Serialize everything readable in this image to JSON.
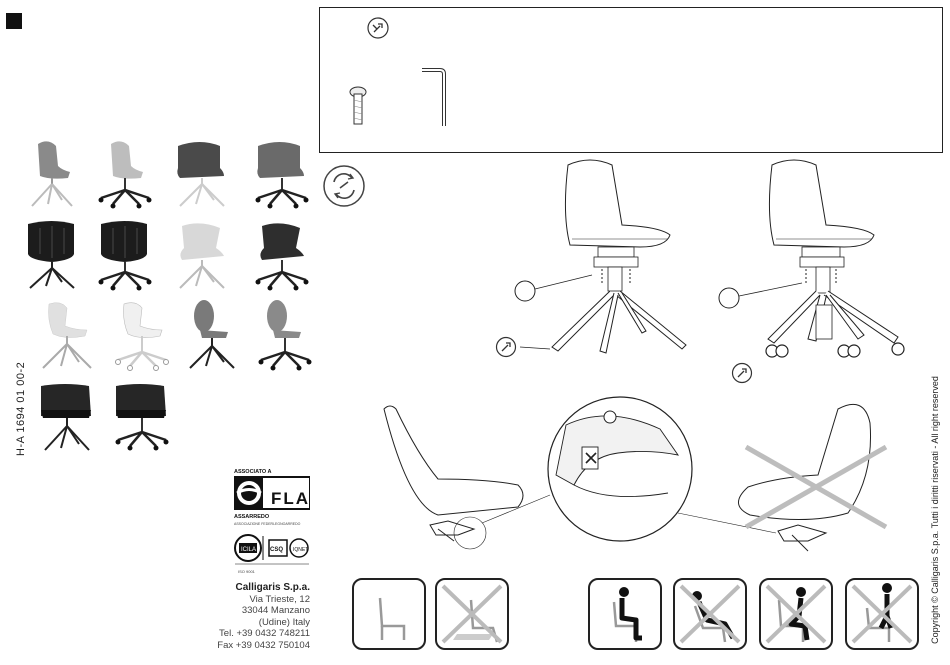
{
  "document": {
    "code": "H-A 1694 01 00-2",
    "copyright": "Copyright © Calligaris S.p.a.   Tutti i diritti riservati - All right reserved"
  },
  "company": {
    "name": "Calligaris S.p.a.",
    "address_line1": "Via Trieste, 12",
    "address_line2": "33044 Manzano",
    "address_line3": "(Udine) Italy",
    "tel": "Tel. +39 0432 748211",
    "fax": "Fax +39 0432 750104"
  },
  "fla_logo": {
    "top_text": "ASSOCIATO A",
    "brand": "FLA",
    "sub_text": "ASSARREDO",
    "sub_text2": "ASSOCIAZIONE FEDERLEGNOARREDO"
  },
  "cert_logo": {
    "label": "ISO 9001"
  },
  "colors": {
    "line": "#222222",
    "seat_dark": "#2a2a2a",
    "seat_gray": "#8a8a8a",
    "seat_light": "#d8d8d8"
  },
  "icons": [
    "black-square-icon",
    "wrench-icon",
    "screw-icon",
    "allen-key-icon",
    "rotate-icon",
    "no-icon"
  ]
}
